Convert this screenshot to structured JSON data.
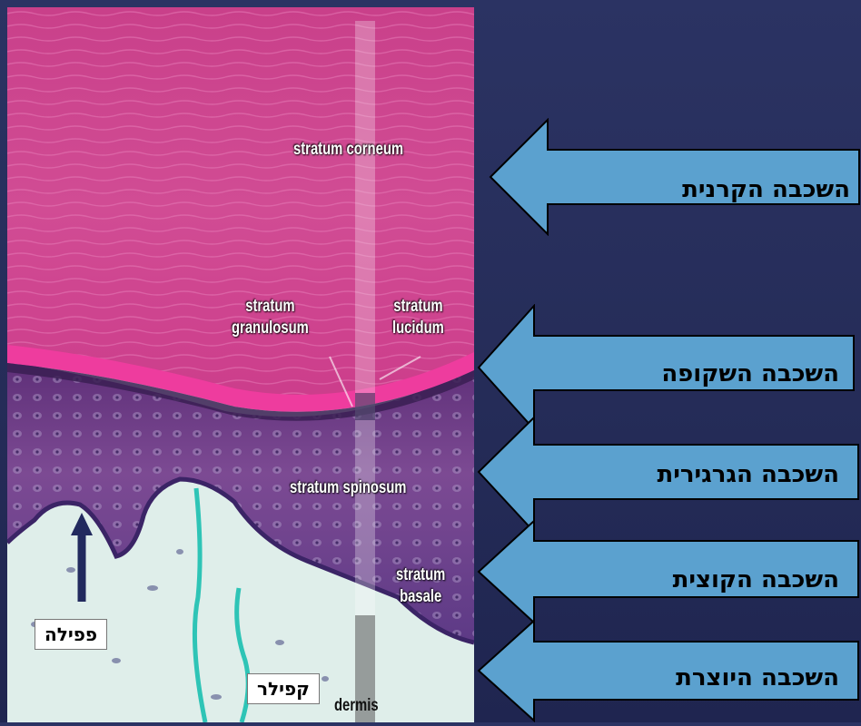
{
  "micrograph": {
    "labels": {
      "corneum": "stratum corneum",
      "granulosum": "stratum\ngranulosum",
      "lucidum": "stratum\nlucidum",
      "spinosum": "stratum spinosum",
      "basale": "stratum\nbasale",
      "dermis": "dermis"
    },
    "papilla_label": "פפילה",
    "capillary_label": "קפילר"
  },
  "arrows": [
    {
      "label": "השכבה הקרנית"
    },
    {
      "label": "השכבה השקופה"
    },
    {
      "label": "השכבה הגרגירית"
    },
    {
      "label": "השכבה הקוצית"
    },
    {
      "label": "השכבה היוצרת"
    }
  ],
  "colors": {
    "corneum": "#d0408f",
    "lucidum": "#e53898",
    "epidermis": "#7a3f8f",
    "dermis": "#dfeeea",
    "capillary": "#2ec4b6",
    "arrow_fill": "#5ba1cf",
    "background": "#252c58"
  }
}
